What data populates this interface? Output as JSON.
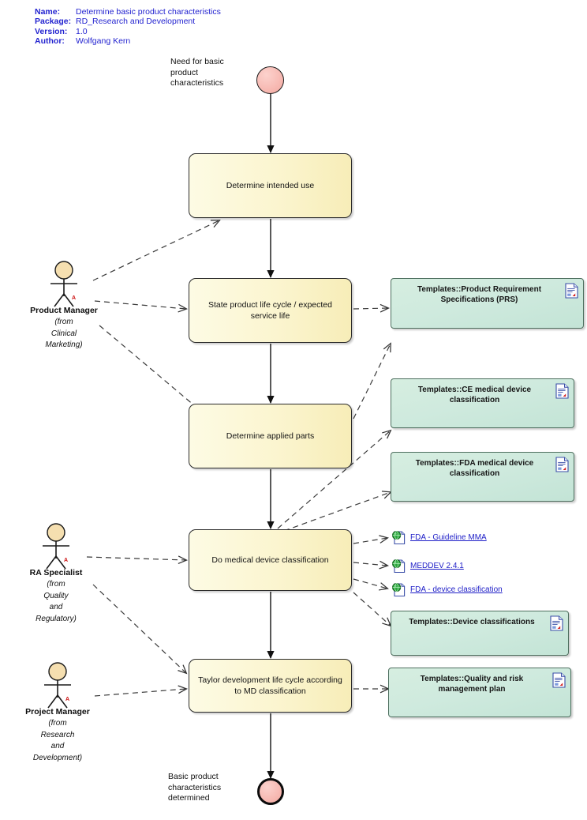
{
  "header": {
    "rows": [
      {
        "key": "Name:",
        "value": "Determine basic product characteristics"
      },
      {
        "key": "Package:",
        "value": "RD_Research and Development"
      },
      {
        "key": "Version:",
        "value": "1.0"
      },
      {
        "key": "Author:",
        "value": "Wolfgang Kern"
      }
    ]
  },
  "diagram": {
    "type": "uml-activity-diagram",
    "start_node": {
      "name": "start-node",
      "label": "Need for basic\nproduct\ncharacteristics",
      "color": "#f6b5ae"
    },
    "end_node": {
      "name": "end-node",
      "label": "Basic product\ncharacteristics\ndetermined",
      "color": "#f6b5ae"
    },
    "activities": [
      {
        "id": "a1",
        "label": "Determine intended use"
      },
      {
        "id": "a2",
        "label": "State product life cycle / expected service life"
      },
      {
        "id": "a3",
        "label": "Determine applied parts"
      },
      {
        "id": "a4",
        "label": "Do medical device classification"
      },
      {
        "id": "a5",
        "label": "Taylor development life cycle according to MD classification"
      }
    ],
    "artifacts": [
      {
        "id": "t1",
        "label": "Templates::Product Requirement Specifications (PRS)"
      },
      {
        "id": "t2",
        "label": "Templates::CE medical device classification"
      },
      {
        "id": "t3",
        "label": "Templates::FDA medical device classification"
      },
      {
        "id": "t4",
        "label": "Templates::Device classifications"
      },
      {
        "id": "t5",
        "label": "Templates::Quality and risk management plan"
      }
    ],
    "actors": [
      {
        "id": "ac1",
        "name": "Product Manager",
        "from": "(from\nClinical\nMarketing)",
        "marker": "A"
      },
      {
        "id": "ac2",
        "name": "RA Specialist",
        "from": "(from\nQuality\nand\nRegulatory)",
        "marker": "A"
      },
      {
        "id": "ac3",
        "name": "Project Manager",
        "from": "(from\nResearch\nand\nDevelopment)",
        "marker": "A"
      }
    ],
    "weblinks": [
      {
        "id": "w1",
        "label": "FDA - Guideline MMA"
      },
      {
        "id": "w2",
        "label": "MEDDEV 2.4.1"
      },
      {
        "id": "w3",
        "label": "FDA - device classification"
      }
    ],
    "colors": {
      "activity_fill": "#fbf5cf",
      "artifact_fill": "#cfeade",
      "node_circle": "#f6b5ae",
      "meta_text": "#2323d0",
      "link_text": "#2020c8",
      "edge": "#1a1a1a"
    }
  }
}
